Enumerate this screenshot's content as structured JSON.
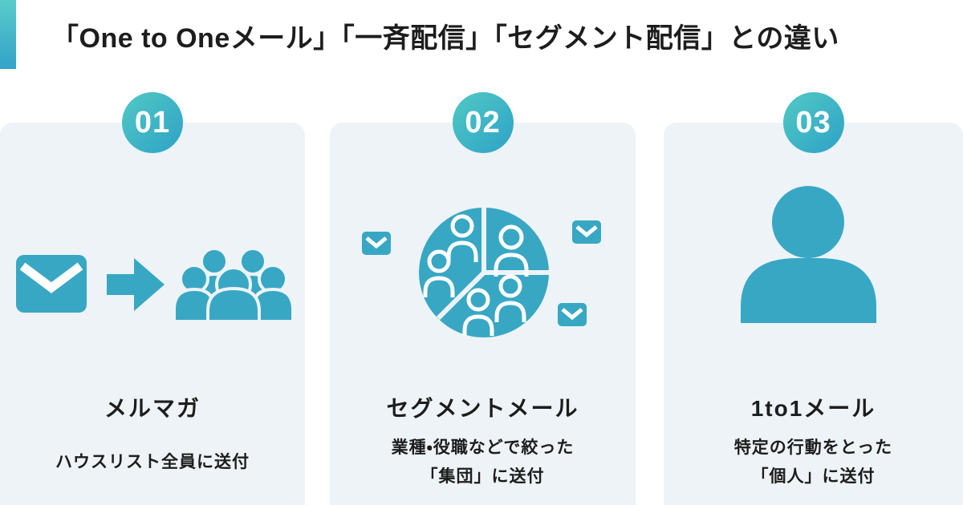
{
  "header": {
    "title": "「One to Oneメール」「一斉配信」「セグメント配信」との違い"
  },
  "cards": [
    {
      "number": "01",
      "icon": "envelope-arrow-group-icon",
      "title": "メルマガ",
      "desc_line1": "ハウスリスト全員に送付"
    },
    {
      "number": "02",
      "icon": "segment-pie-people-envelopes-icon",
      "title": "セグメントメール",
      "desc_line1": "業種・役職などで絞った",
      "desc_line2": "「集団」に送付"
    },
    {
      "number": "03",
      "icon": "single-person-icon",
      "title": "1to1メール",
      "desc_line1": "特定の行動をとった",
      "desc_line2": "「個人」に送付"
    }
  ],
  "colors": {
    "icon_teal": "#38a7c4",
    "card_bg": "#edf3f6",
    "badge_grad_start": "#52c9c3",
    "badge_grad_end": "#2da2c8",
    "bar_grad_start": "#58cccb",
    "bar_grad_end": "#33a2c8",
    "text_dark": "#1d1d1d"
  }
}
